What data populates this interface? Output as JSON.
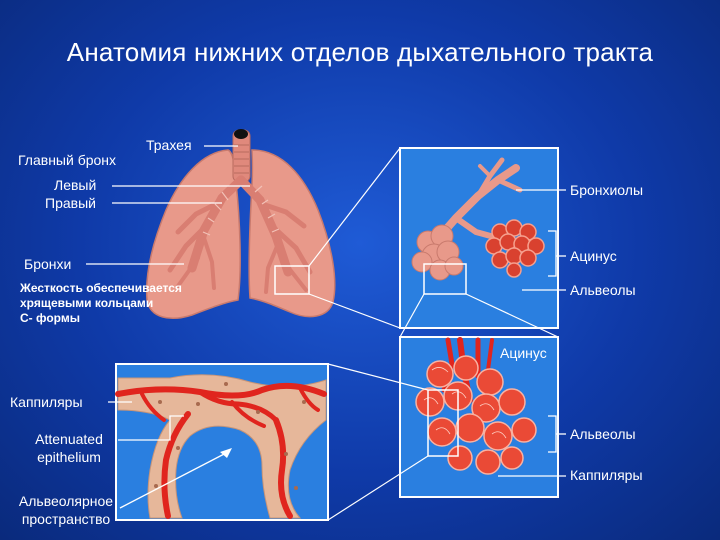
{
  "slide": {
    "title": "Анатомия нижних отделов дыхательного тракта",
    "labels": {
      "trachea": "Трахея",
      "main_bronchus": "Главный бронх",
      "left": "Левый",
      "right": "Правый",
      "bronchi": "Бронхи",
      "cartilage_note_1": "Жесткость обеспечивается",
      "cartilage_note_2": "хрящевыми кольцами",
      "cartilage_note_3": "С- формы",
      "bronchioles": "Бронхиолы",
      "acinus_1": "Ацинус",
      "alveoli_1": "Альвеолы",
      "acinus_2": "Ацинус",
      "capillaries_left": "Каппиляры",
      "attenuated_1": "Attenuated",
      "attenuated_2": "epithelium",
      "alveolar_space_1": "Альвеолярное",
      "alveolar_space_2": "пространство",
      "alveoli_2": "Альвеолы",
      "capillaries_right": "Каппиляры"
    },
    "colors": {
      "background": "#1340b8",
      "lung": "#e8998a",
      "airway": "#d97e72",
      "panel": "#2a7fe0",
      "capillary": "#e0251e",
      "tissue": "#e6b79a",
      "label": "#ffffff"
    }
  }
}
